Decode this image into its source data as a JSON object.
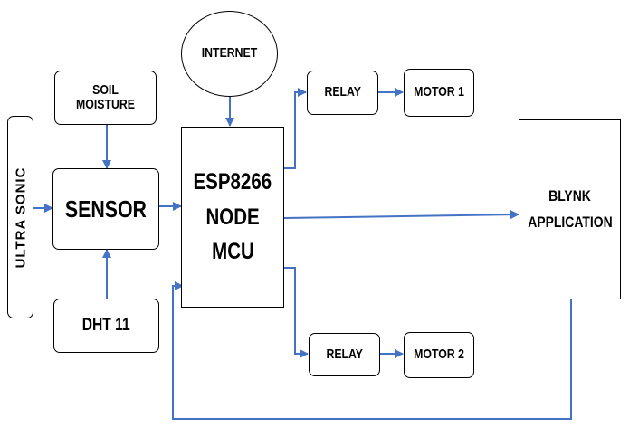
{
  "diagram": {
    "blocks": {
      "ultrasonic": "ULTRA SONIC",
      "soil_moisture": "SOIL MOISTURE",
      "sensor": "SENSOR",
      "dht11": "DHT 11",
      "internet": "INTERNET",
      "mcu_line1": "ESP8266",
      "mcu_line2": "NODE",
      "mcu_line3": "MCU",
      "relay_top": "RELAY",
      "motor1": "MOTOR 1",
      "relay_bottom": "RELAY",
      "motor2": "MOTOR 2",
      "blynk_line1": "BLYNK",
      "blynk_line2": "APPLICATION"
    },
    "connector_color": "#4472C4"
  }
}
